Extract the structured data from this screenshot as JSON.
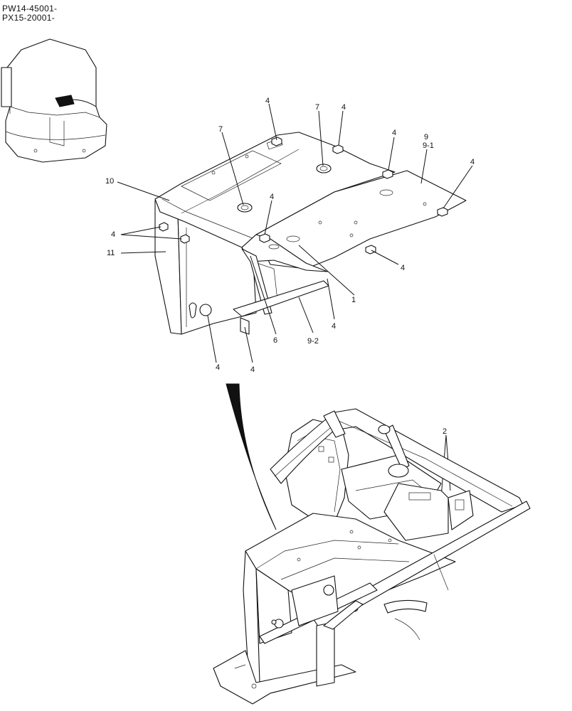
{
  "header": {
    "model_line_1": "PW14-45001-",
    "model_line_2": "PX15-20001-"
  },
  "callouts": {
    "c1": "1",
    "c2": "2",
    "c4a": "4",
    "c4b": "4",
    "c4c": "4",
    "c4d": "4",
    "c4e": "4",
    "c4f": "4",
    "c4g": "4",
    "c4h": "4",
    "c4i": "4",
    "c4j": "4",
    "c6": "6",
    "c7a": "7",
    "c7b": "7",
    "c9": "9",
    "c9_1": "9-1",
    "c9_2": "9-2",
    "c10": "10",
    "c11": "11"
  },
  "colors": {
    "line": "#111111",
    "background": "#ffffff"
  }
}
